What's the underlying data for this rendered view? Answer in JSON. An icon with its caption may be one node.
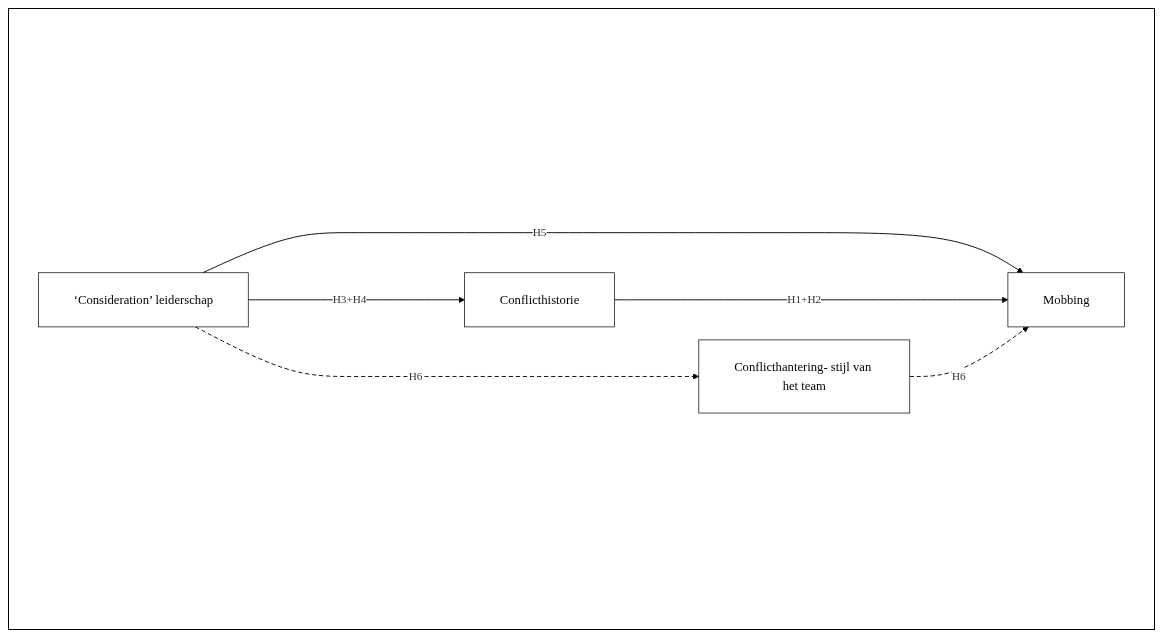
{
  "diagram": {
    "nodes": [
      {
        "text": [
          "‘Consideration’ leiderschap"
        ]
      },
      {
        "text": [
          "Mobbing"
        ]
      },
      {
        "text": [
          "Conflicthistorie"
        ]
      },
      {
        "text": [
          "Conflicthantering- stijl van het team"
        ]
      }
    ],
    "edges": [
      {
        "from": 0,
        "to": 1,
        "arrow": "to",
        "label": "H5"
      },
      {
        "from": 0,
        "to": 2,
        "arrow": "to",
        "label": "H3+H4"
      },
      {
        "from": 0,
        "to": 3,
        "arrow": "to",
        "label": "H6",
        "style": "dashed"
      },
      {
        "from": 2,
        "to": 1,
        "arrow": "to",
        "label": "H1+H2"
      },
      {
        "from": 3,
        "to": 1,
        "arrow": "to",
        "label": "H6",
        "style": "dashed"
      }
    ]
  }
}
